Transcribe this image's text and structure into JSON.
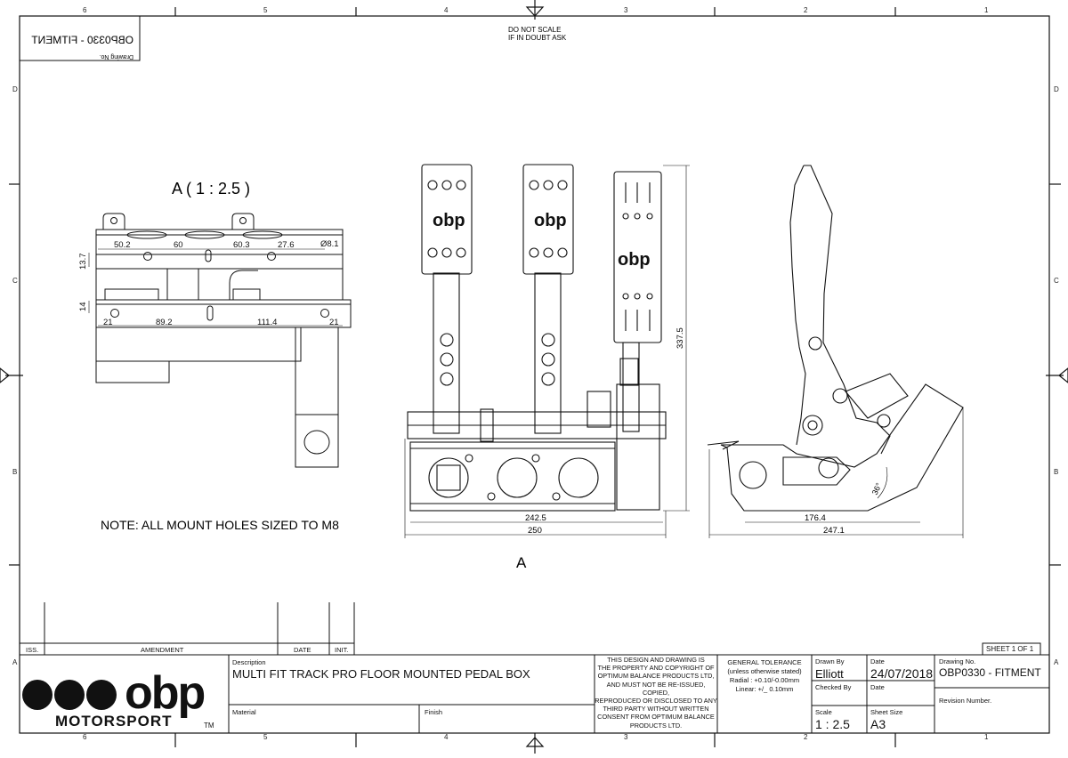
{
  "sheet": {
    "scale_note_line1": "DO NOT SCALE",
    "scale_note_line2": "IF IN DOUBT ASK",
    "mirrored_drawing_no_label": "Drawing No.",
    "mirrored_drawing_no": "OBP0330 - FITMENT",
    "col_numbers": [
      "6",
      "5",
      "4",
      "3",
      "2",
      "1"
    ],
    "row_letters": [
      "D",
      "C",
      "B",
      "A"
    ]
  },
  "detail_view": {
    "title": "A ( 1 : 2.5 )",
    "dims": [
      "50.2",
      "60",
      "60.3",
      "27.6",
      "Ø8.1",
      "13.7",
      "14",
      "21",
      "89.2",
      "111.4",
      "21"
    ],
    "note": "NOTE: ALL MOUNT HOLES SIZED TO M8"
  },
  "front_view": {
    "dims": [
      "337.5",
      "242.5",
      "250"
    ],
    "view_label": "A"
  },
  "side_view": {
    "dims": [
      "176.4",
      "247.1",
      "36°"
    ]
  },
  "title_block": {
    "sheet": "SHEET 1  OF 1",
    "amend_headers": [
      "ISS.",
      "AMENDMENT",
      "DATE",
      "INIT."
    ],
    "logo_text": "obp",
    "logo_sub": "MOTORSPORT",
    "logo_tm": "TM",
    "description_label": "Description",
    "description": "MULTI FIT TRACK PRO FLOOR MOUNTED PEDAL BOX",
    "material_label": "Material",
    "finish_label": "Finish",
    "copyright_lines": [
      "THIS DESIGN AND DRAWING IS",
      "THE PROPERTY AND COPYRIGHT OF",
      "OPTIMUM BALANCE PRODUCTS LTD,",
      "AND MUST NOT BE RE-ISSUED,",
      "COPIED,",
      "REPRODUCED OR DISCLOSED TO ANY",
      "THIRD PARTY WITHOUT WRITTEN",
      "CONSENT FROM OPTIMUM BALANCE",
      "PRODUCTS LTD."
    ],
    "tolerance_title": "GENERAL TOLERANCE",
    "tolerance_sub": "(unless otherwise stated)",
    "tolerance_radial": "Radial : +0.10/-0.00mm",
    "tolerance_linear": "Linear: +/_ 0.10mm",
    "drawn_by_label": "Drawn By",
    "drawn_by": "Elliott",
    "date_label": "Date",
    "date": "24/07/2018",
    "checked_by_label": "Checked By",
    "date2_label": "Date",
    "scale_label": "Scale",
    "scale": "1 : 2.5",
    "sheet_size_label": "Sheet Size",
    "sheet_size": "A3",
    "drawing_no_label": "Drawing No.",
    "drawing_no": "OBP0330 - FITMENT",
    "revision_label": "Revision Number."
  }
}
